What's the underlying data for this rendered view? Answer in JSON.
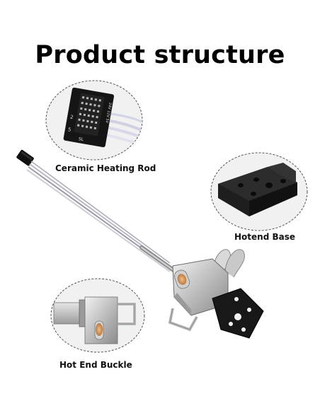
{
  "title": "Product structure",
  "labels": {
    "ceramic_heating_rod": "Ceramic Heating Rod",
    "hotend_base": "Hotend Base",
    "hot_end_buckle": "Hot End Buckle"
  },
  "pcb_markings": {
    "left_top": "2",
    "left_bottom": "5",
    "right_text": "24V 12V 5V",
    "bottom_text": "SL"
  }
}
